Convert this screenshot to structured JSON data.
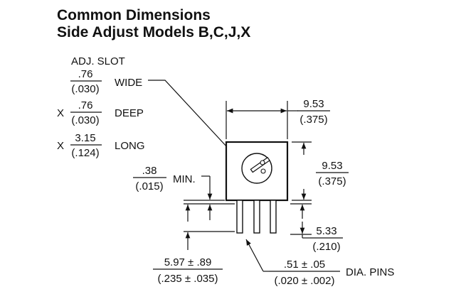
{
  "title": {
    "line1": "Common Dimensions",
    "line2": "Side Adjust Models B,C,J,X"
  },
  "adj_slot": {
    "heading": "ADJ. SLOT",
    "wide": {
      "mm": ".76",
      "inch": "(.030)",
      "label": "WIDE"
    },
    "deep": {
      "prefix": "X",
      "mm": ".76",
      "inch": "(.030)",
      "label": "DEEP"
    },
    "long": {
      "prefix": "X",
      "mm": "3.15",
      "inch": "(.124)",
      "label": "LONG"
    }
  },
  "dimensions": {
    "body_width": {
      "mm": "9.53",
      "inch": "(.375)"
    },
    "body_height": {
      "mm": "9.53",
      "inch": "(.375)"
    },
    "standoff": {
      "mm": ".38",
      "inch": "(.015)",
      "label": "MIN."
    },
    "pin_spacing": {
      "mm": "5.33",
      "inch": "(.210)"
    },
    "pin_length": {
      "mm": "5.97 ± .89",
      "inch": "(.235 ± .035)"
    },
    "pin_diameter": {
      "mm": ".51 ± .05",
      "inch": "(.020 ± .002)",
      "label": "DIA. PINS"
    }
  },
  "colors": {
    "ink": "#111111",
    "background": "#ffffff"
  }
}
